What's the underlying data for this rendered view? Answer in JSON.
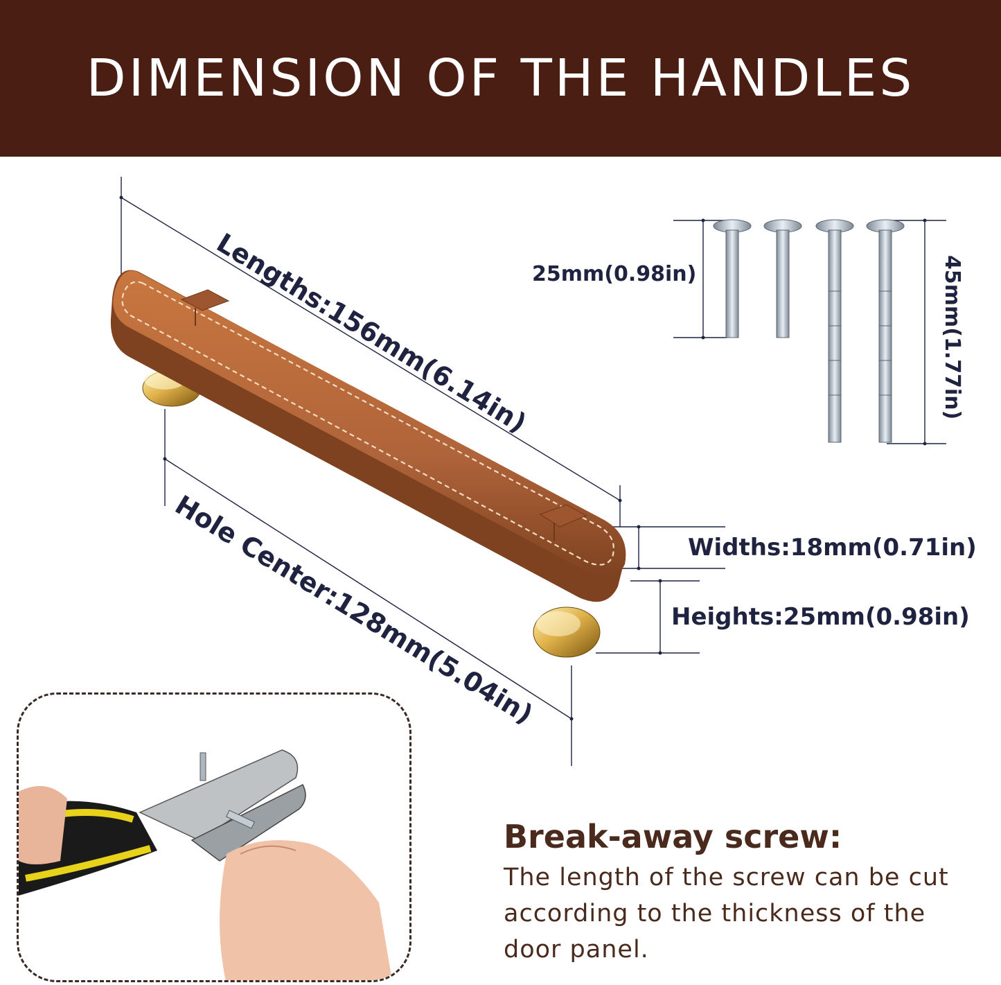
{
  "header": {
    "title": "DIMENSION OF THE HANDLES"
  },
  "dimensions": {
    "length": "Lengths:156mm(6.14in)",
    "hole_center": "Hole Center:128mm(5.04in)",
    "width": "Widths:18mm(0.71in)",
    "height": "Heights:25mm(0.98in)",
    "screw_short": "25mm(0.98in)",
    "screw_long": "45mm(1.77in)"
  },
  "breakaway": {
    "title": "Break-away screw:",
    "body": "The length of the screw can be cut according to the thickness of the door panel."
  },
  "colors": {
    "header_bg": "#4a1e13",
    "leather": "#b0643a",
    "gold": "#e0b24a",
    "text_dark": "#1f2340",
    "text_brown": "#4a2a1d"
  }
}
